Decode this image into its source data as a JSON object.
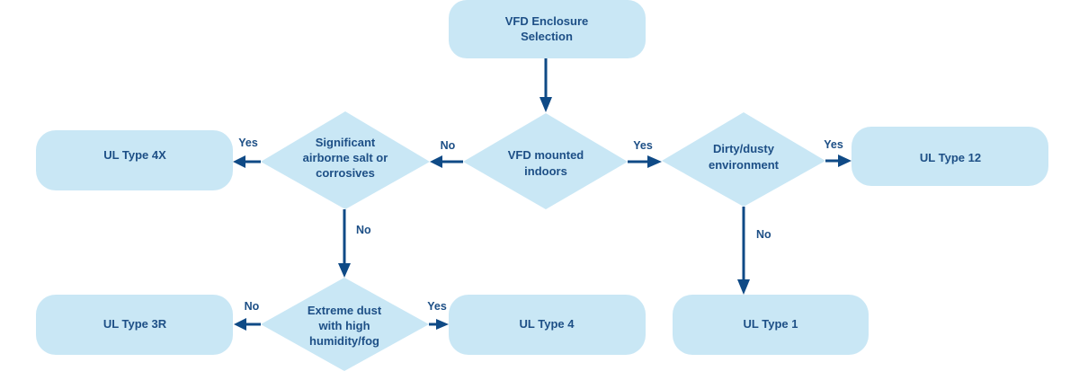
{
  "title": "VFD Enclosure Selection flowchart",
  "colors": {
    "node_fill": "#c9e7f5",
    "text": "#1d4f86",
    "arrow": "#0f4a86"
  },
  "nodes": {
    "start": {
      "type": "terminal",
      "lines": [
        "VFD Enclosure",
        "Selection"
      ]
    },
    "indoors": {
      "type": "decision",
      "lines": [
        "VFD mounted",
        "indoors"
      ]
    },
    "salt": {
      "type": "decision",
      "lines": [
        "Significant",
        "airborne salt or",
        "corrosives"
      ]
    },
    "dirty": {
      "type": "decision",
      "lines": [
        "Dirty/dusty",
        "environment"
      ]
    },
    "extreme": {
      "type": "decision",
      "lines": [
        "Extreme dust",
        "with high",
        "humidity/fog"
      ]
    },
    "type4x": {
      "type": "result",
      "lines": [
        "UL Type 4X"
      ]
    },
    "type12": {
      "type": "result",
      "lines": [
        "UL Type 12"
      ]
    },
    "type3r": {
      "type": "result",
      "lines": [
        "UL Type 3R"
      ]
    },
    "type4": {
      "type": "result",
      "lines": [
        "UL Type 4"
      ]
    },
    "type1": {
      "type": "result",
      "lines": [
        "UL Type 1"
      ]
    }
  },
  "edges": [
    {
      "from": "start",
      "to": "indoors",
      "label": ""
    },
    {
      "from": "indoors",
      "to": "salt",
      "label": "No"
    },
    {
      "from": "indoors",
      "to": "dirty",
      "label": "Yes"
    },
    {
      "from": "salt",
      "to": "type4x",
      "label": "Yes"
    },
    {
      "from": "salt",
      "to": "extreme",
      "label": "No"
    },
    {
      "from": "dirty",
      "to": "type12",
      "label": "Yes"
    },
    {
      "from": "dirty",
      "to": "type1",
      "label": "No"
    },
    {
      "from": "extreme",
      "to": "type3r",
      "label": "No"
    },
    {
      "from": "extreme",
      "to": "type4",
      "label": "Yes"
    }
  ]
}
